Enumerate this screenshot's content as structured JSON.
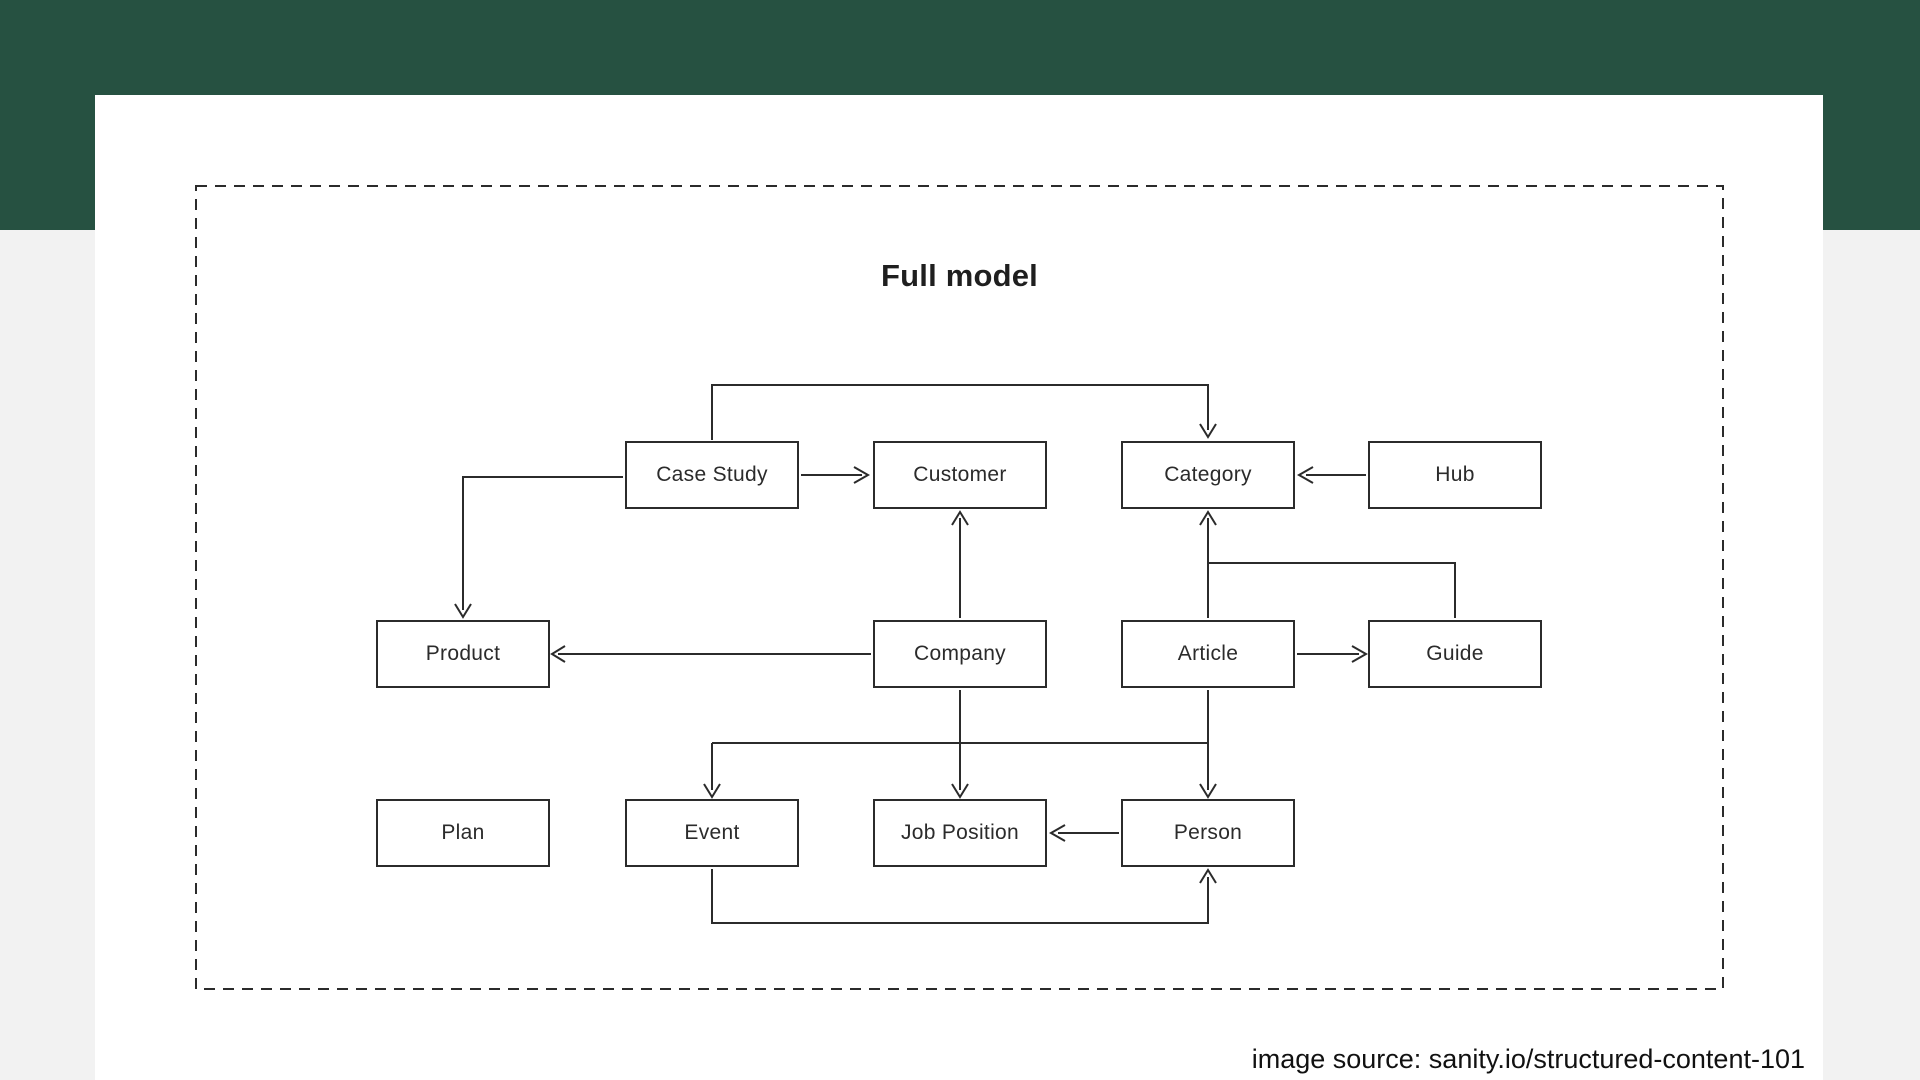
{
  "header": {
    "note": ""
  },
  "diagram": {
    "title": "Full model",
    "nodes": {
      "case_study": {
        "label": "Case Study"
      },
      "customer": {
        "label": "Customer"
      },
      "category": {
        "label": "Category"
      },
      "hub": {
        "label": "Hub"
      },
      "product": {
        "label": "Product"
      },
      "company": {
        "label": "Company"
      },
      "article": {
        "label": "Article"
      },
      "guide": {
        "label": "Guide"
      },
      "plan": {
        "label": "Plan"
      },
      "event": {
        "label": "Event"
      },
      "job_position": {
        "label": "Job Position"
      },
      "person": {
        "label": "Person"
      }
    },
    "edges": [
      {
        "from": "Case Study",
        "to": "Customer"
      },
      {
        "from": "Case Study",
        "to": "Category"
      },
      {
        "from": "Case Study",
        "to": "Product"
      },
      {
        "from": "Hub",
        "to": "Category"
      },
      {
        "from": "Company",
        "to": "Customer"
      },
      {
        "from": "Company",
        "to": "Product"
      },
      {
        "from": "Article",
        "to": "Category"
      },
      {
        "from": "Guide",
        "to": "Category"
      },
      {
        "from": "Article",
        "to": "Guide"
      },
      {
        "from": "Company",
        "to": "Event"
      },
      {
        "from": "Company",
        "to": "Job Position"
      },
      {
        "from": "Company",
        "to": "Person"
      },
      {
        "from": "Article",
        "to": "Person"
      },
      {
        "from": "Person",
        "to": "Job Position"
      },
      {
        "from": "Event",
        "to": "Person"
      }
    ]
  },
  "footer": {
    "credit": "image source: sanity.io/structured-content-101"
  },
  "colors": {
    "header_green": "#265141",
    "page_background": "#f2f2f2",
    "card_background": "#ffffff",
    "line": "#2b2b2b"
  }
}
